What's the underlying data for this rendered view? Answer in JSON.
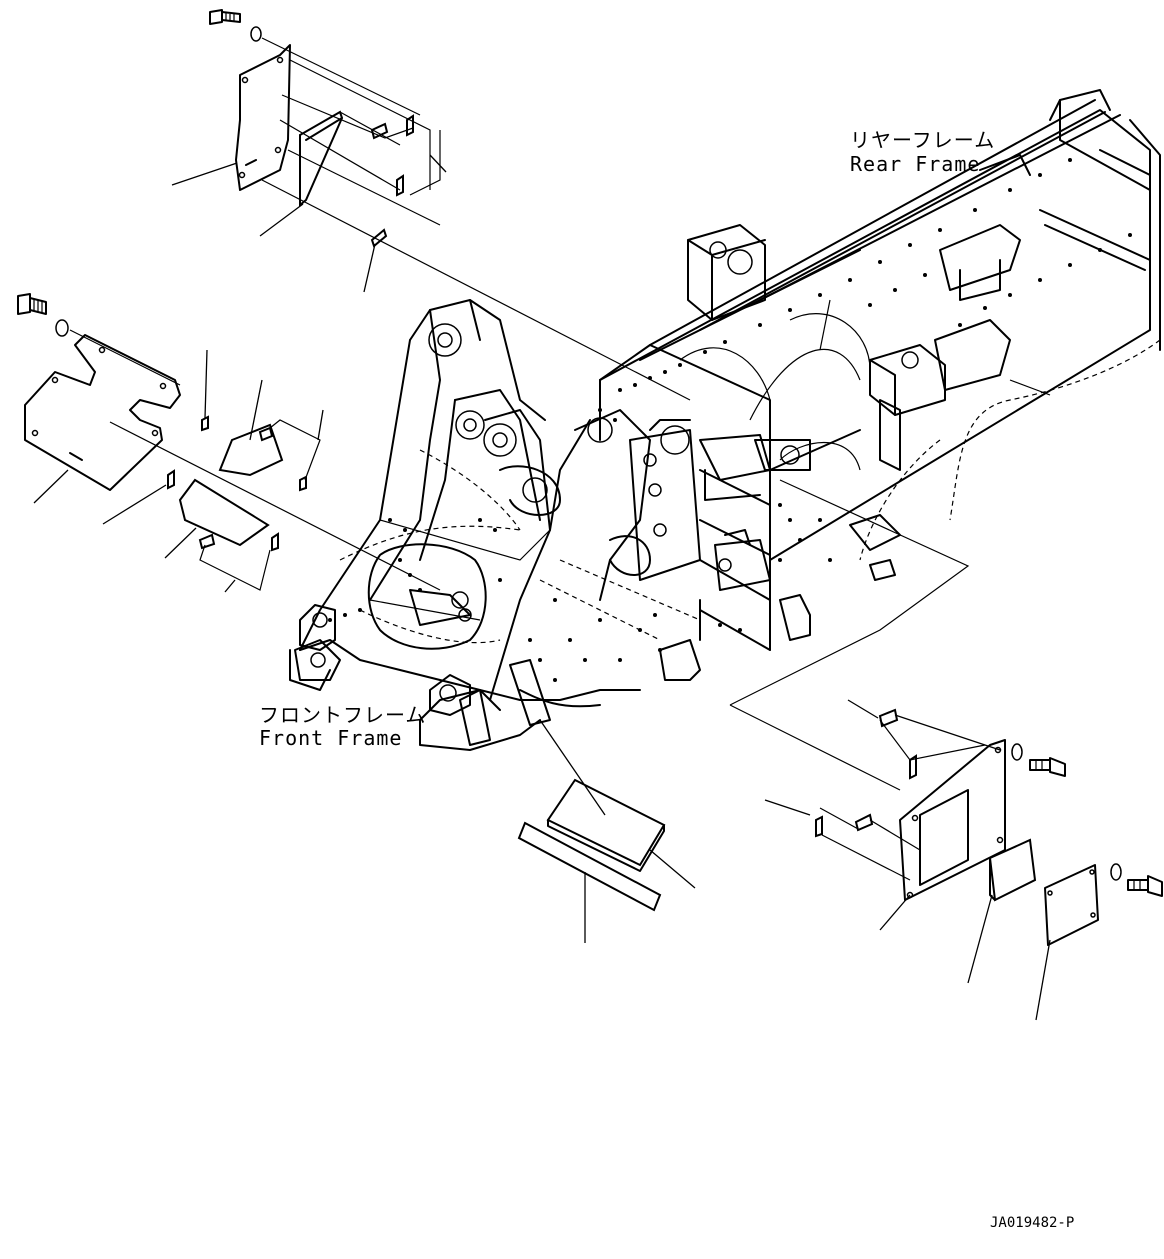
{
  "labels": {
    "rear_frame_jp": "リヤーフレーム",
    "rear_frame_en": "Rear Frame",
    "front_frame_jp": "フロントフレーム",
    "front_frame_en": "Front Frame"
  },
  "drawing_code": "JA019482-P"
}
